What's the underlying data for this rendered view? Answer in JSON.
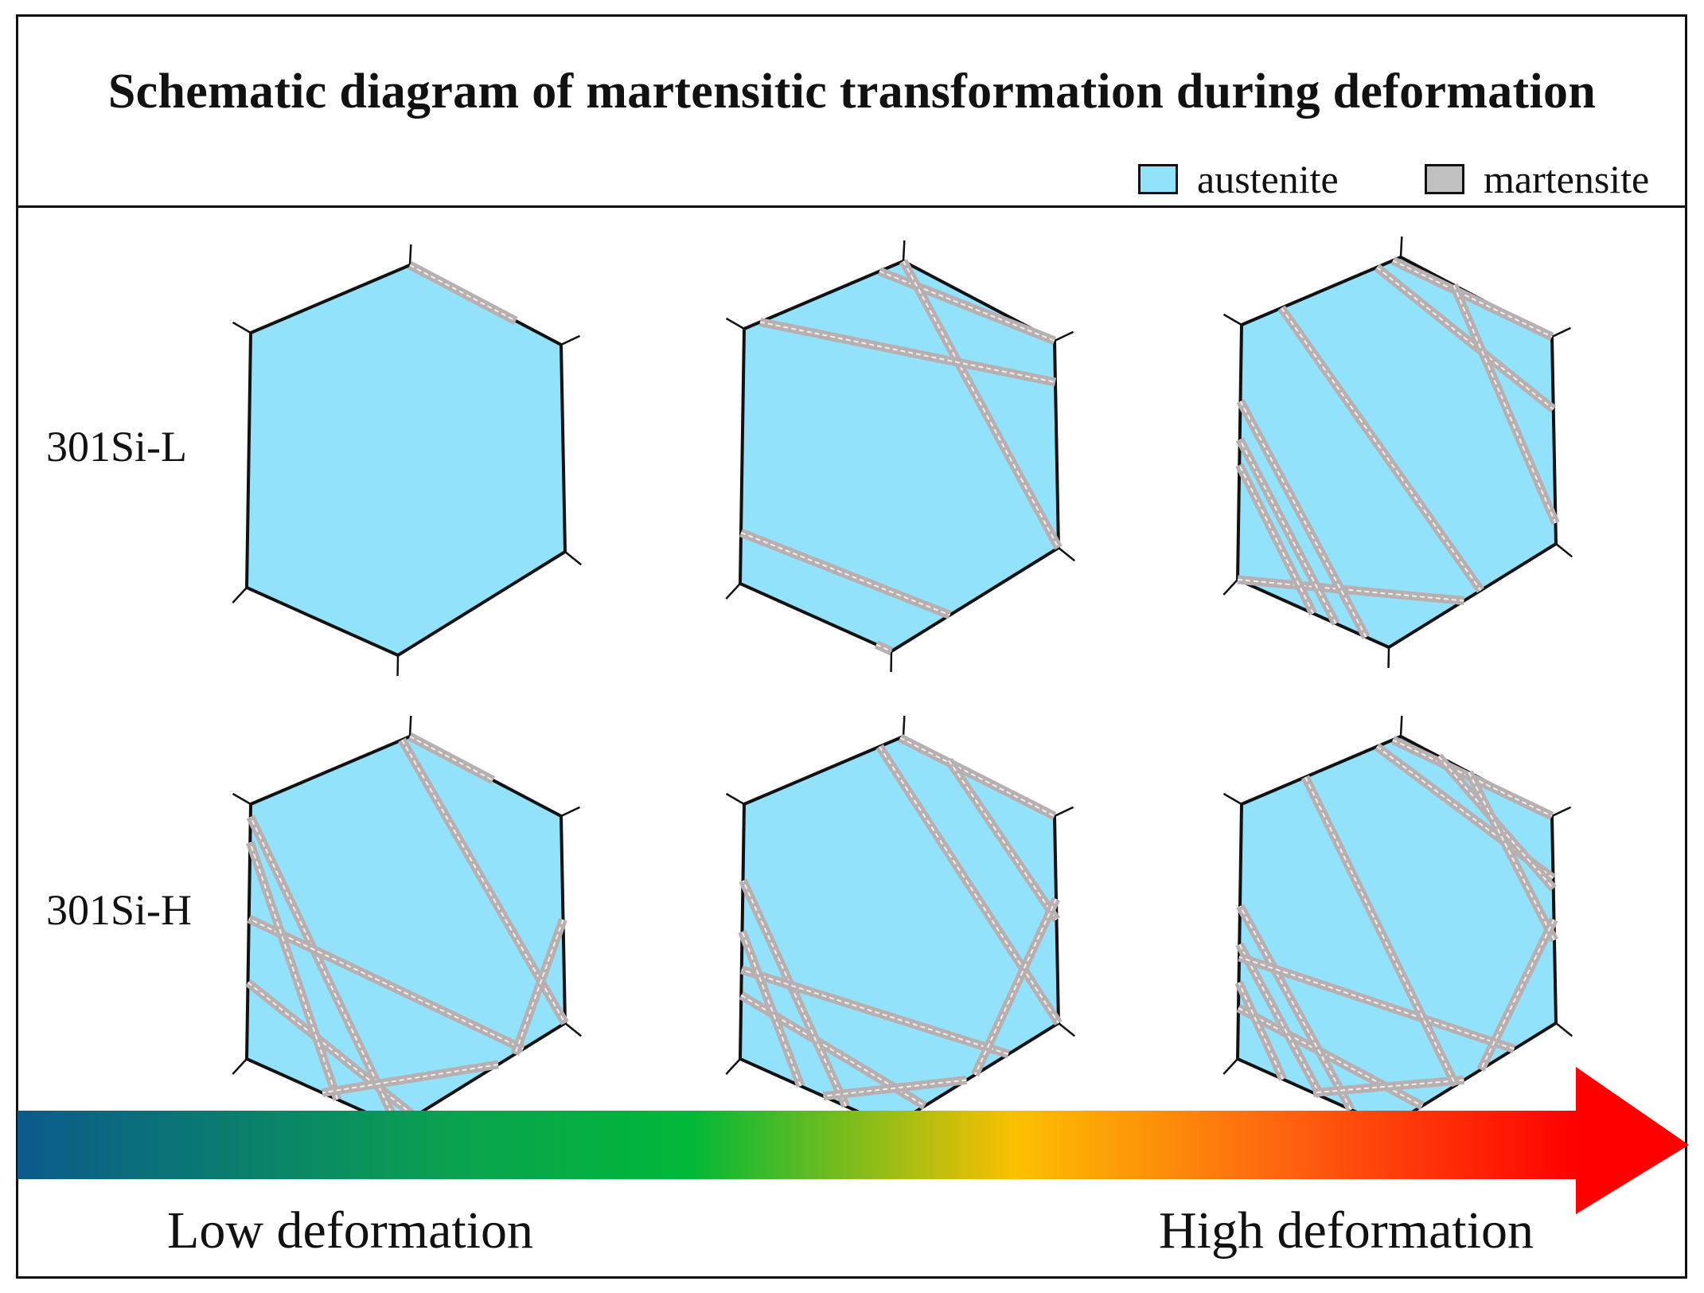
{
  "title": "Schematic diagram of martensitic transformation during deformation",
  "legend": [
    {
      "label": "austenite",
      "color": "#93e2fb"
    },
    {
      "label": "martensite",
      "color": "#c0c0c0"
    }
  ],
  "rows": [
    {
      "label": "301Si-L"
    },
    {
      "label": "301Si-H"
    }
  ],
  "deformation_axis": {
    "low_label": "Low deformation",
    "high_label": "High deformation",
    "gradient_colors": [
      "#0b5a8c",
      "#0aa24e",
      "#00b838",
      "#fcc000",
      "#fe6a10",
      "#ff0000"
    ]
  },
  "colors": {
    "austenite_fill": "#93e2fb",
    "martensite_band": "#b8b0b0",
    "outline": "#111111"
  }
}
